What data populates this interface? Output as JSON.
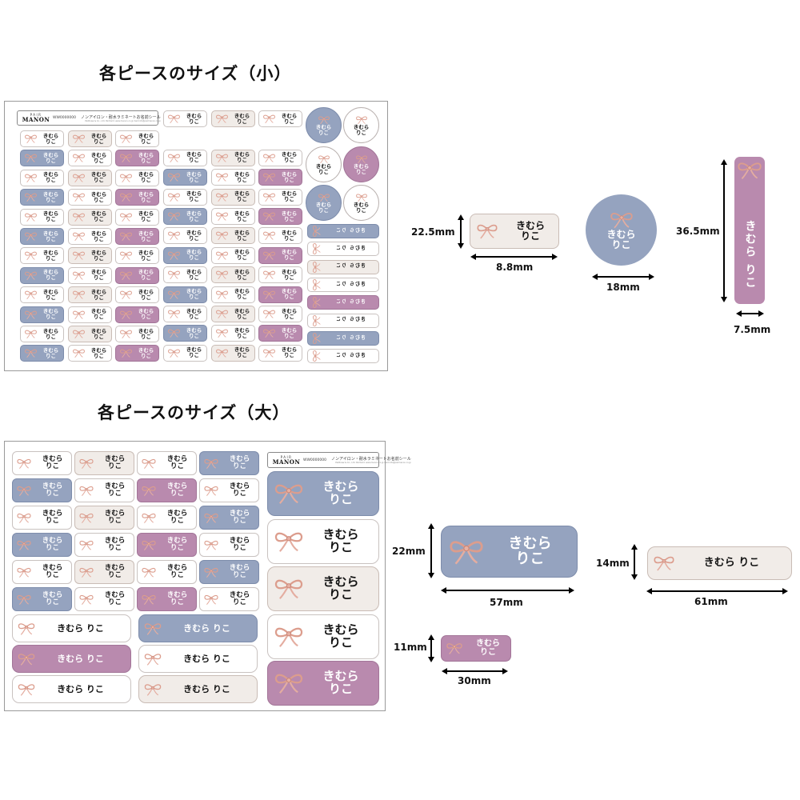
{
  "titles": {
    "small": "各ピースのサイズ（小）",
    "large": "各ピースのサイズ（大）"
  },
  "sticker_text": {
    "two_line": "きむら\nりこ",
    "one_line": "きむら りこ",
    "vertical": "きむら りこ"
  },
  "sheet_header": {
    "brand_top": "PAIR",
    "brand": "MANON",
    "code": "WW0000000",
    "product": "ノンアイロン・耐水ラミネートお名前シール",
    "fine_print": "Pailitoaw & Co., Ltd. PairCard: www.manon.co.jp  mail:info@pairmanon.co.jp"
  },
  "colors": {
    "blue": "#95a3bf",
    "purple": "#b98aae",
    "beige": "#f1ece8",
    "white": "#ffffff",
    "bow": "#e9b4a6"
  },
  "small_sheet": {
    "grid_columns": [
      {
        "pattern": [
          "white",
          "blue"
        ]
      },
      {
        "pattern": [
          "beige",
          "white"
        ]
      },
      {
        "pattern": [
          "white",
          "purple"
        ]
      },
      {
        "pattern": [
          "white",
          "blue"
        ]
      },
      {
        "pattern": [
          "beige",
          "white"
        ]
      },
      {
        "pattern": [
          "white",
          "purple"
        ]
      }
    ],
    "rows": 12,
    "circles": [
      "blue",
      "white",
      "white",
      "purple",
      "blue",
      "white"
    ],
    "vertical_stickers": [
      "blue",
      "white",
      "beige",
      "white",
      "purple",
      "white",
      "blue",
      "white"
    ]
  },
  "large_sheet": {
    "grid_columns": [
      {
        "pattern": [
          "white",
          "blue"
        ]
      },
      {
        "pattern": [
          "beige",
          "white"
        ]
      },
      {
        "pattern": [
          "white",
          "purple"
        ]
      },
      {
        "pattern": [
          "blue",
          "white"
        ]
      }
    ],
    "rows": 6,
    "long_col_a": [
      "white",
      "purple",
      "white"
    ],
    "long_col_b": [
      "blue",
      "white",
      "beige"
    ],
    "big_stickers": [
      "blue",
      "white",
      "beige",
      "white",
      "purple"
    ]
  },
  "small_examples": {
    "rect": {
      "color": "beige",
      "height_label": "22.5mm",
      "width_label": "8.8mm"
    },
    "circle": {
      "color": "blue",
      "width_label": "18mm"
    },
    "vertical": {
      "color": "purple",
      "height_label": "36.5mm",
      "width_label": "7.5mm"
    }
  },
  "large_examples": {
    "big": {
      "color": "blue",
      "height_label": "22mm",
      "width_label": "57mm"
    },
    "long": {
      "color": "beige",
      "height_label": "14mm",
      "width_label": "61mm"
    },
    "mini": {
      "color": "purple",
      "height_label": "11mm",
      "width_label": "30mm"
    }
  }
}
